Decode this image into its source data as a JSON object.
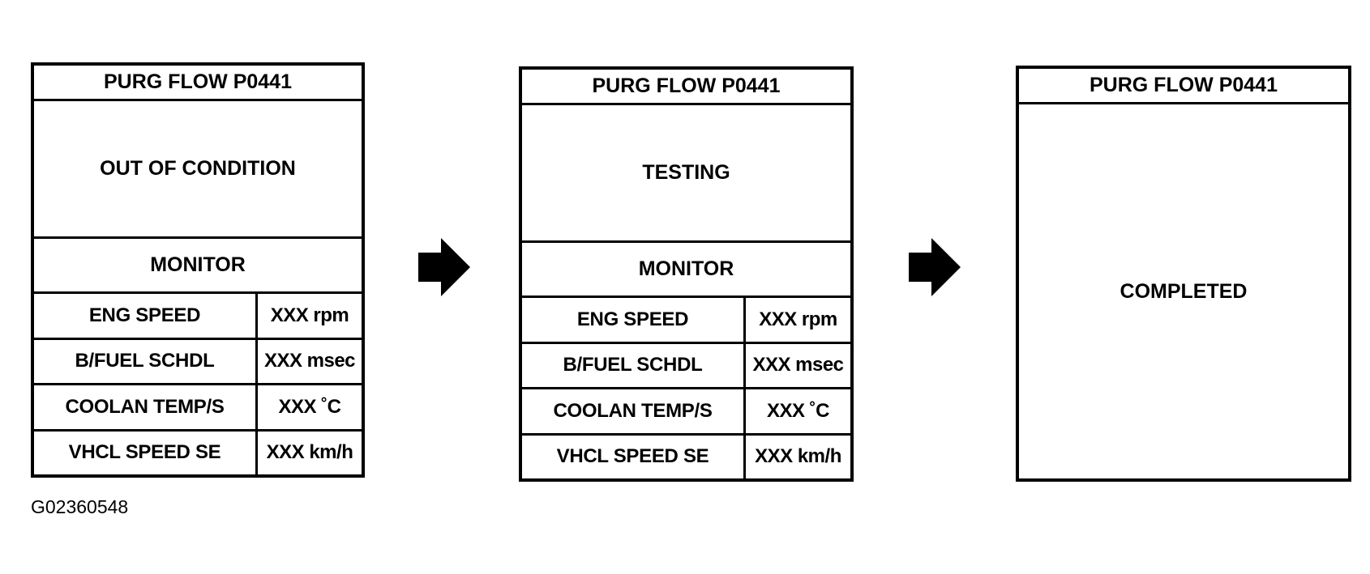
{
  "screens": [
    {
      "title": "PURG FLOW P0441",
      "status": "OUT OF CONDITION",
      "monitor_label": "MONITOR",
      "rows": [
        {
          "name": "ENG SPEED",
          "value": "XXX rpm"
        },
        {
          "name": "B/FUEL SCHDL",
          "value": "XXX msec"
        },
        {
          "name": "COOLAN TEMP/S",
          "value": "XXX ˚C"
        },
        {
          "name": "VHCL SPEED SE",
          "value": "XXX km/h"
        }
      ]
    },
    {
      "title": "PURG FLOW P0441",
      "status": "TESTING",
      "monitor_label": "MONITOR",
      "rows": [
        {
          "name": "ENG SPEED",
          "value": "XXX rpm"
        },
        {
          "name": "B/FUEL SCHDL",
          "value": "XXX msec"
        },
        {
          "name": "COOLAN TEMP/S",
          "value": "XXX ˚C"
        },
        {
          "name": "VHCL SPEED SE",
          "value": "XXX km/h"
        }
      ]
    },
    {
      "title": "PURG FLOW P0441",
      "status": "COMPLETED"
    }
  ],
  "figure_id": "G02360548",
  "icons": [
    "right-arrow-icon",
    "right-arrow-icon"
  ],
  "colors": {
    "ink": "#000000",
    "background": "#ffffff"
  }
}
